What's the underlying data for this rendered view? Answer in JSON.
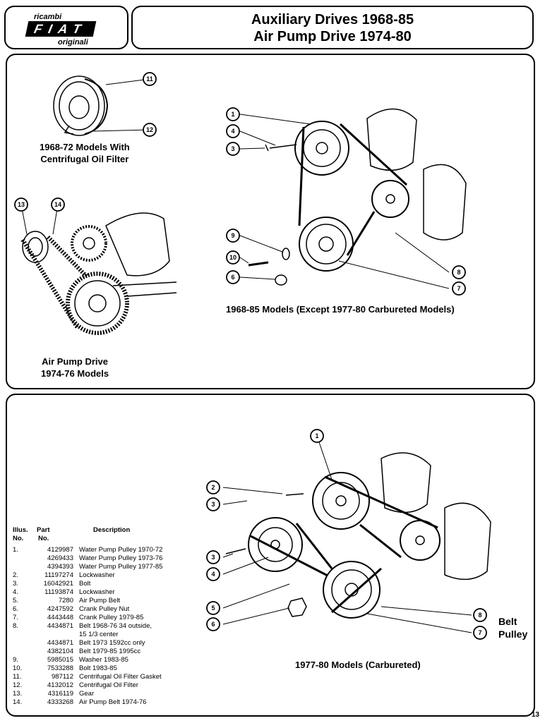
{
  "logo": {
    "line1": "ricambi",
    "brand": "FIAT",
    "line2": "originali"
  },
  "title": {
    "line1": "Auxiliary Drives 1968-85",
    "line2": "Air Pump Drive 1974-80"
  },
  "top": {
    "caption_filter": {
      "line1": "1968-72 Models With",
      "line2": "Centrifugal Oil Filter"
    },
    "caption_airpump": {
      "line1": "Air Pump Drive",
      "line2": "1974-76 Models"
    },
    "caption_main": "1968-85 Models (Except 1977-80 Carbureted Models)"
  },
  "bottom": {
    "caption_main": "1977-80 Models (Carbureted)",
    "side_label": {
      "line1": "Belt",
      "line2": "Pulley"
    }
  },
  "callouts": {
    "c11": "11",
    "c12": "12",
    "c13": "13",
    "c14": "14",
    "t1": "1",
    "t4": "4",
    "t3": "3",
    "t9": "9",
    "t10": "10",
    "t6": "6",
    "t8": "8",
    "t7": "7",
    "b1": "1",
    "b2": "2",
    "b3": "3",
    "b3b": "3",
    "b4": "4",
    "b5": "5",
    "b6": "6",
    "b8": "8",
    "b7": "7"
  },
  "legend": {
    "header": {
      "illus": "Illus.",
      "no": "No.",
      "part": "Part",
      "part_no": "No.",
      "desc": "Description"
    },
    "rows": [
      {
        "illus": "1.",
        "part": "4129987",
        "desc": "Water Pump Pulley 1970-72"
      },
      {
        "illus": "",
        "part": "4269433",
        "desc": "Water Pump Pulley 1973-76"
      },
      {
        "illus": "",
        "part": "4394393",
        "desc": "Water Pump Pulley 1977-85"
      },
      {
        "illus": "2.",
        "part": "11197274",
        "desc": "Lockwasher"
      },
      {
        "illus": "3.",
        "part": "16042921",
        "desc": "Bolt"
      },
      {
        "illus": "4.",
        "part": "11193874",
        "desc": "Lockwasher"
      },
      {
        "illus": "5.",
        "part": "7280",
        "desc": "Air Pump Belt"
      },
      {
        "illus": "6.",
        "part": "4247592",
        "desc": "Crank Pulley Nut"
      },
      {
        "illus": "7.",
        "part": "4443448",
        "desc": "Crank Pulley 1979-85"
      },
      {
        "illus": "8.",
        "part": "4434871",
        "desc": "Belt 1968-76 34 outside,"
      },
      {
        "illus": "",
        "part": "",
        "desc": "15 1/3 center"
      },
      {
        "illus": "",
        "part": "4434871",
        "desc": "Belt 1973 1592cc only"
      },
      {
        "illus": "",
        "part": "4382104",
        "desc": "Belt 1979-85 1995cc"
      },
      {
        "illus": "9.",
        "part": "5985015",
        "desc": "Washer 1983-85"
      },
      {
        "illus": "10.",
        "part": "7533288",
        "desc": "Bolt 1983-85"
      },
      {
        "illus": "11.",
        "part": "987112",
        "desc": "Centrifugal Oil Filter Gasket"
      },
      {
        "illus": "12.",
        "part": "4132012",
        "desc": "Centrifugal Oil Filter"
      },
      {
        "illus": "13.",
        "part": "4316119",
        "desc": "Gear"
      },
      {
        "illus": "14.",
        "part": "4333268",
        "desc": "Air Pump Belt 1974-76"
      }
    ]
  },
  "page_number": "13"
}
